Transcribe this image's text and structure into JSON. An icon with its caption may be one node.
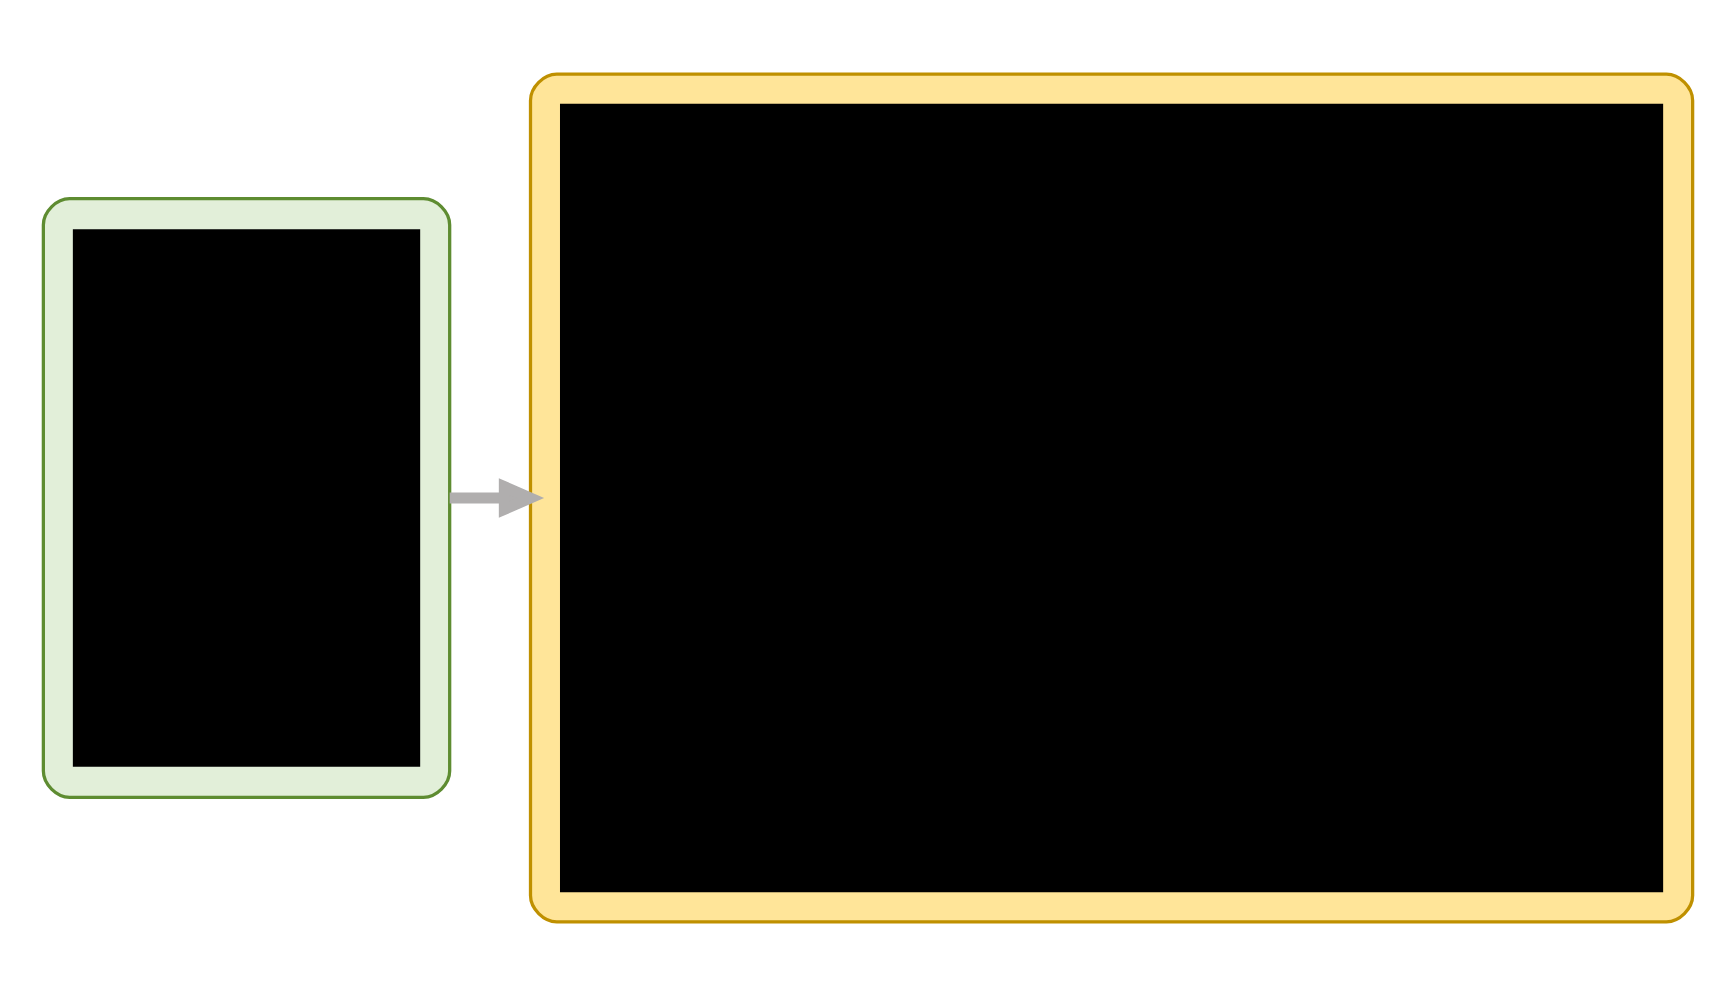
{
  "diagram": {
    "nodes": [
      {
        "text": [],
        "shape": "box"
      },
      {
        "text": [],
        "shape": "box",
        "in": 0
      },
      {
        "text": [],
        "shape": "box"
      },
      {
        "text": [],
        "shape": "box",
        "in": 2
      }
    ],
    "edges": [
      {
        "from": 0,
        "to": 2,
        "arrow": "to",
        "color": "#b0aeae"
      }
    ]
  }
}
